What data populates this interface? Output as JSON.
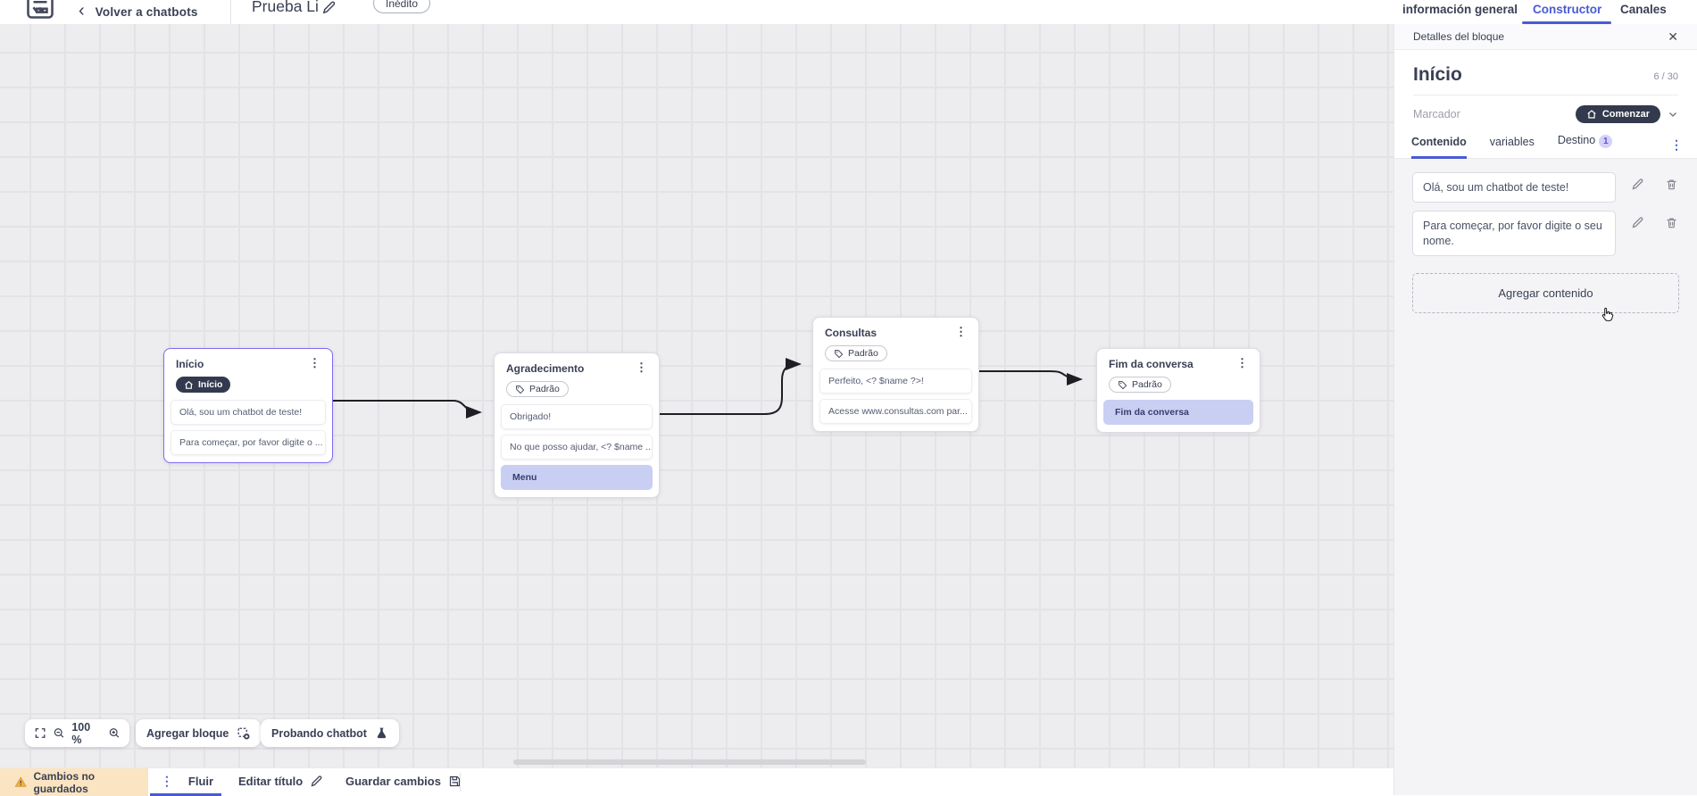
{
  "header": {
    "back": "Volver a chatbots",
    "bot_title": "Prueba Li",
    "status": "Inédito",
    "tabs": {
      "general": "información general",
      "constructor": "Constructor",
      "channels": "Canales"
    }
  },
  "canvas": {
    "blocks": {
      "inicio": {
        "title": "Início",
        "tag": "Início",
        "items": {
          "m1": "Olá, sou um chatbot de teste!",
          "m2": "Para começar, por favor digite o ..."
        }
      },
      "agradecimento": {
        "title": "Agradecimento",
        "tag": "Padrão",
        "items": {
          "m1": "Obrigado!",
          "m2": "No que posso ajudar, <? $name ...",
          "menu": "Menu"
        }
      },
      "consultas": {
        "title": "Consultas",
        "tag": "Padrão",
        "items": {
          "m1": "Perfeito, <? $name ?>!",
          "m2": "Acesse www.consultas.com par..."
        }
      },
      "fim": {
        "title": "Fim da conversa",
        "tag": "Padrão",
        "items": {
          "end": "Fim da conversa"
        }
      }
    },
    "controls": {
      "zoom_level": "100 %",
      "add_block": "Agregar bloque",
      "test_chatbot": "Probando chatbot"
    }
  },
  "panel": {
    "title": "Detalles del bloque",
    "block_name": "Início",
    "counter": "6 / 30",
    "marker_label": "Marcador",
    "marker_value": "Comenzar",
    "tabs": {
      "content": "Contenido",
      "variables": "variables",
      "destination": "Destino",
      "destination_badge": "1"
    },
    "messages": {
      "m1": "Olá, sou um chatbot de teste!",
      "m2": "Para começar, por favor digite o seu nome."
    },
    "add_content": "Agregar contenido"
  },
  "footer": {
    "unsaved": "Cambios no guardados",
    "flow_tab": "Fluir",
    "edit_title": "Editar título",
    "save": "Guardar cambios"
  },
  "icons": {
    "kebab": "⋮",
    "close": "✕",
    "chevron_left": "‹"
  },
  "colors": {
    "accent_blue": "#4a5bd2",
    "selected_purple": "#7b6cf0",
    "highlight_periwinkle": "#c9cef3",
    "dark_pill": "#343a4e",
    "warning_bg": "#fbe4c2",
    "navy_text": "#3a4054",
    "canvas_bg": "#edecee",
    "wire_black": "#1e1e24"
  }
}
